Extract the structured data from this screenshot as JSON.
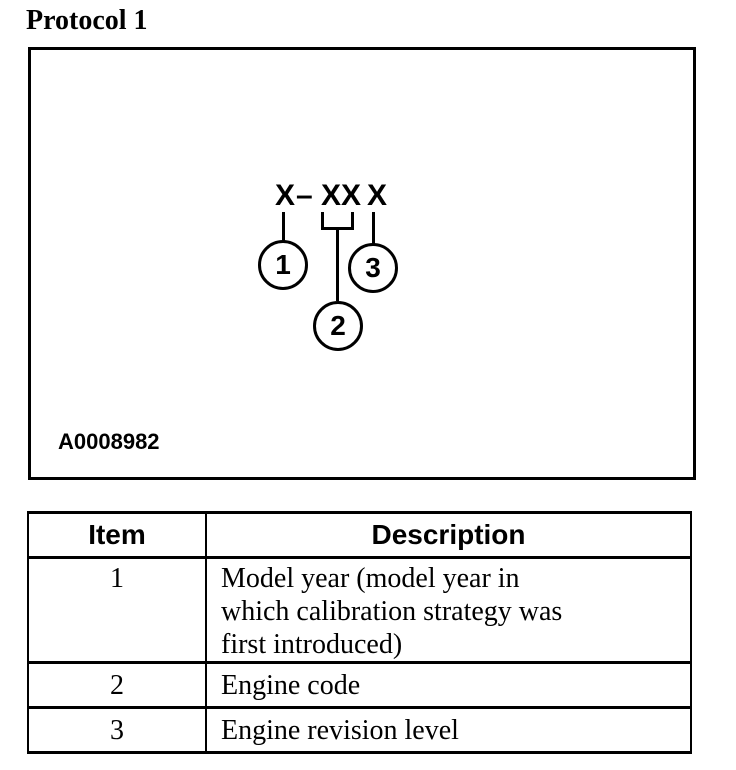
{
  "title": "Protocol 1",
  "figure": {
    "code": {
      "first": "X",
      "dash": "–",
      "middle": "XX",
      "last": "X"
    },
    "callouts": [
      {
        "label": "1"
      },
      {
        "label": "2"
      },
      {
        "label": "3"
      }
    ],
    "figure_id": "A0008982"
  },
  "table": {
    "headers": {
      "item": "Item",
      "description": "Description"
    },
    "rows": [
      {
        "item": "1",
        "description": "Model year (model year in which calibration strategy was first introduced)"
      },
      {
        "item": "2",
        "description": "Engine code"
      },
      {
        "item": "3",
        "description": "Engine revision level"
      }
    ]
  },
  "colors": {
    "ink": "#000000",
    "paper": "#ffffff"
  }
}
